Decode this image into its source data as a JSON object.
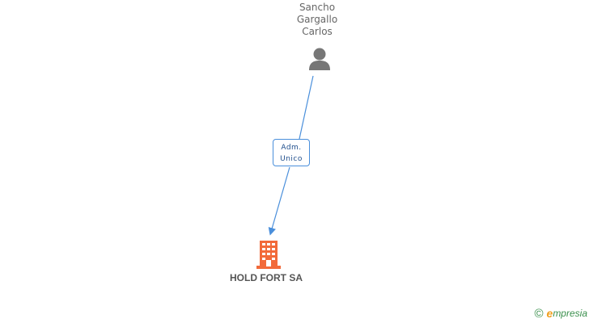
{
  "person": {
    "name_lines": [
      "Sancho",
      "Gargallo",
      "Carlos"
    ],
    "icon": "person-icon",
    "color": "#777777"
  },
  "relation": {
    "label_lines": [
      "Adm.",
      "Unico"
    ],
    "line_color": "#4a8fdb"
  },
  "company": {
    "name": "HOLD FORT SA",
    "icon": "building-icon",
    "color": "#f26a3a"
  },
  "footer": {
    "copyright_symbol": "©",
    "brand_initial": "e",
    "brand_rest": "mpresia"
  }
}
